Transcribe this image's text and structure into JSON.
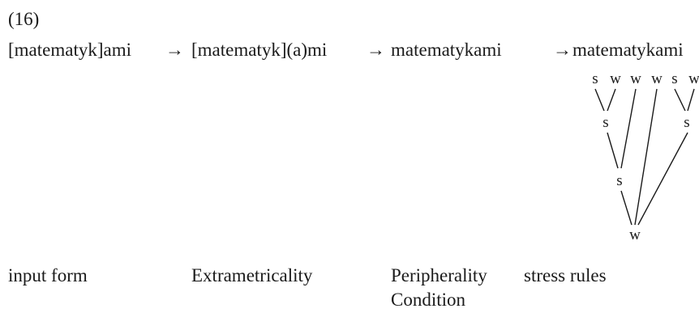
{
  "example_number": "(16)",
  "derivation": [
    {
      "form": "[matematyk]ami"
    },
    {
      "form": "[matematyk](a)mi"
    },
    {
      "form": "matematykami"
    },
    {
      "form": "matematykami"
    }
  ],
  "arrow": "→",
  "tree": {
    "leaves": [
      "s",
      "w",
      "w",
      "w",
      "s",
      "w"
    ],
    "inner_nodes": [
      "s",
      "s",
      "s",
      "w"
    ]
  },
  "stage_labels": {
    "input": "input form",
    "extrametricality": "Extrametricality",
    "peripherality_line1": "Peripherality",
    "peripherality_line2": "Condition",
    "stress": "stress rules"
  }
}
